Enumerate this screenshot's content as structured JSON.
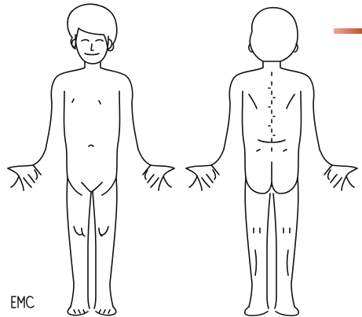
{
  "colors": {
    "line": "#111111",
    "background": "#ffffff",
    "accent_start": "#e8a894",
    "accent_end": "#c2552d"
  },
  "signature": {
    "text": "EMC",
    "icon": "signature-mark"
  },
  "figures": [
    {
      "id": "front",
      "view": "front",
      "icon": "body-outline-front"
    },
    {
      "id": "back",
      "view": "back",
      "icon": "body-outline-back"
    }
  ]
}
